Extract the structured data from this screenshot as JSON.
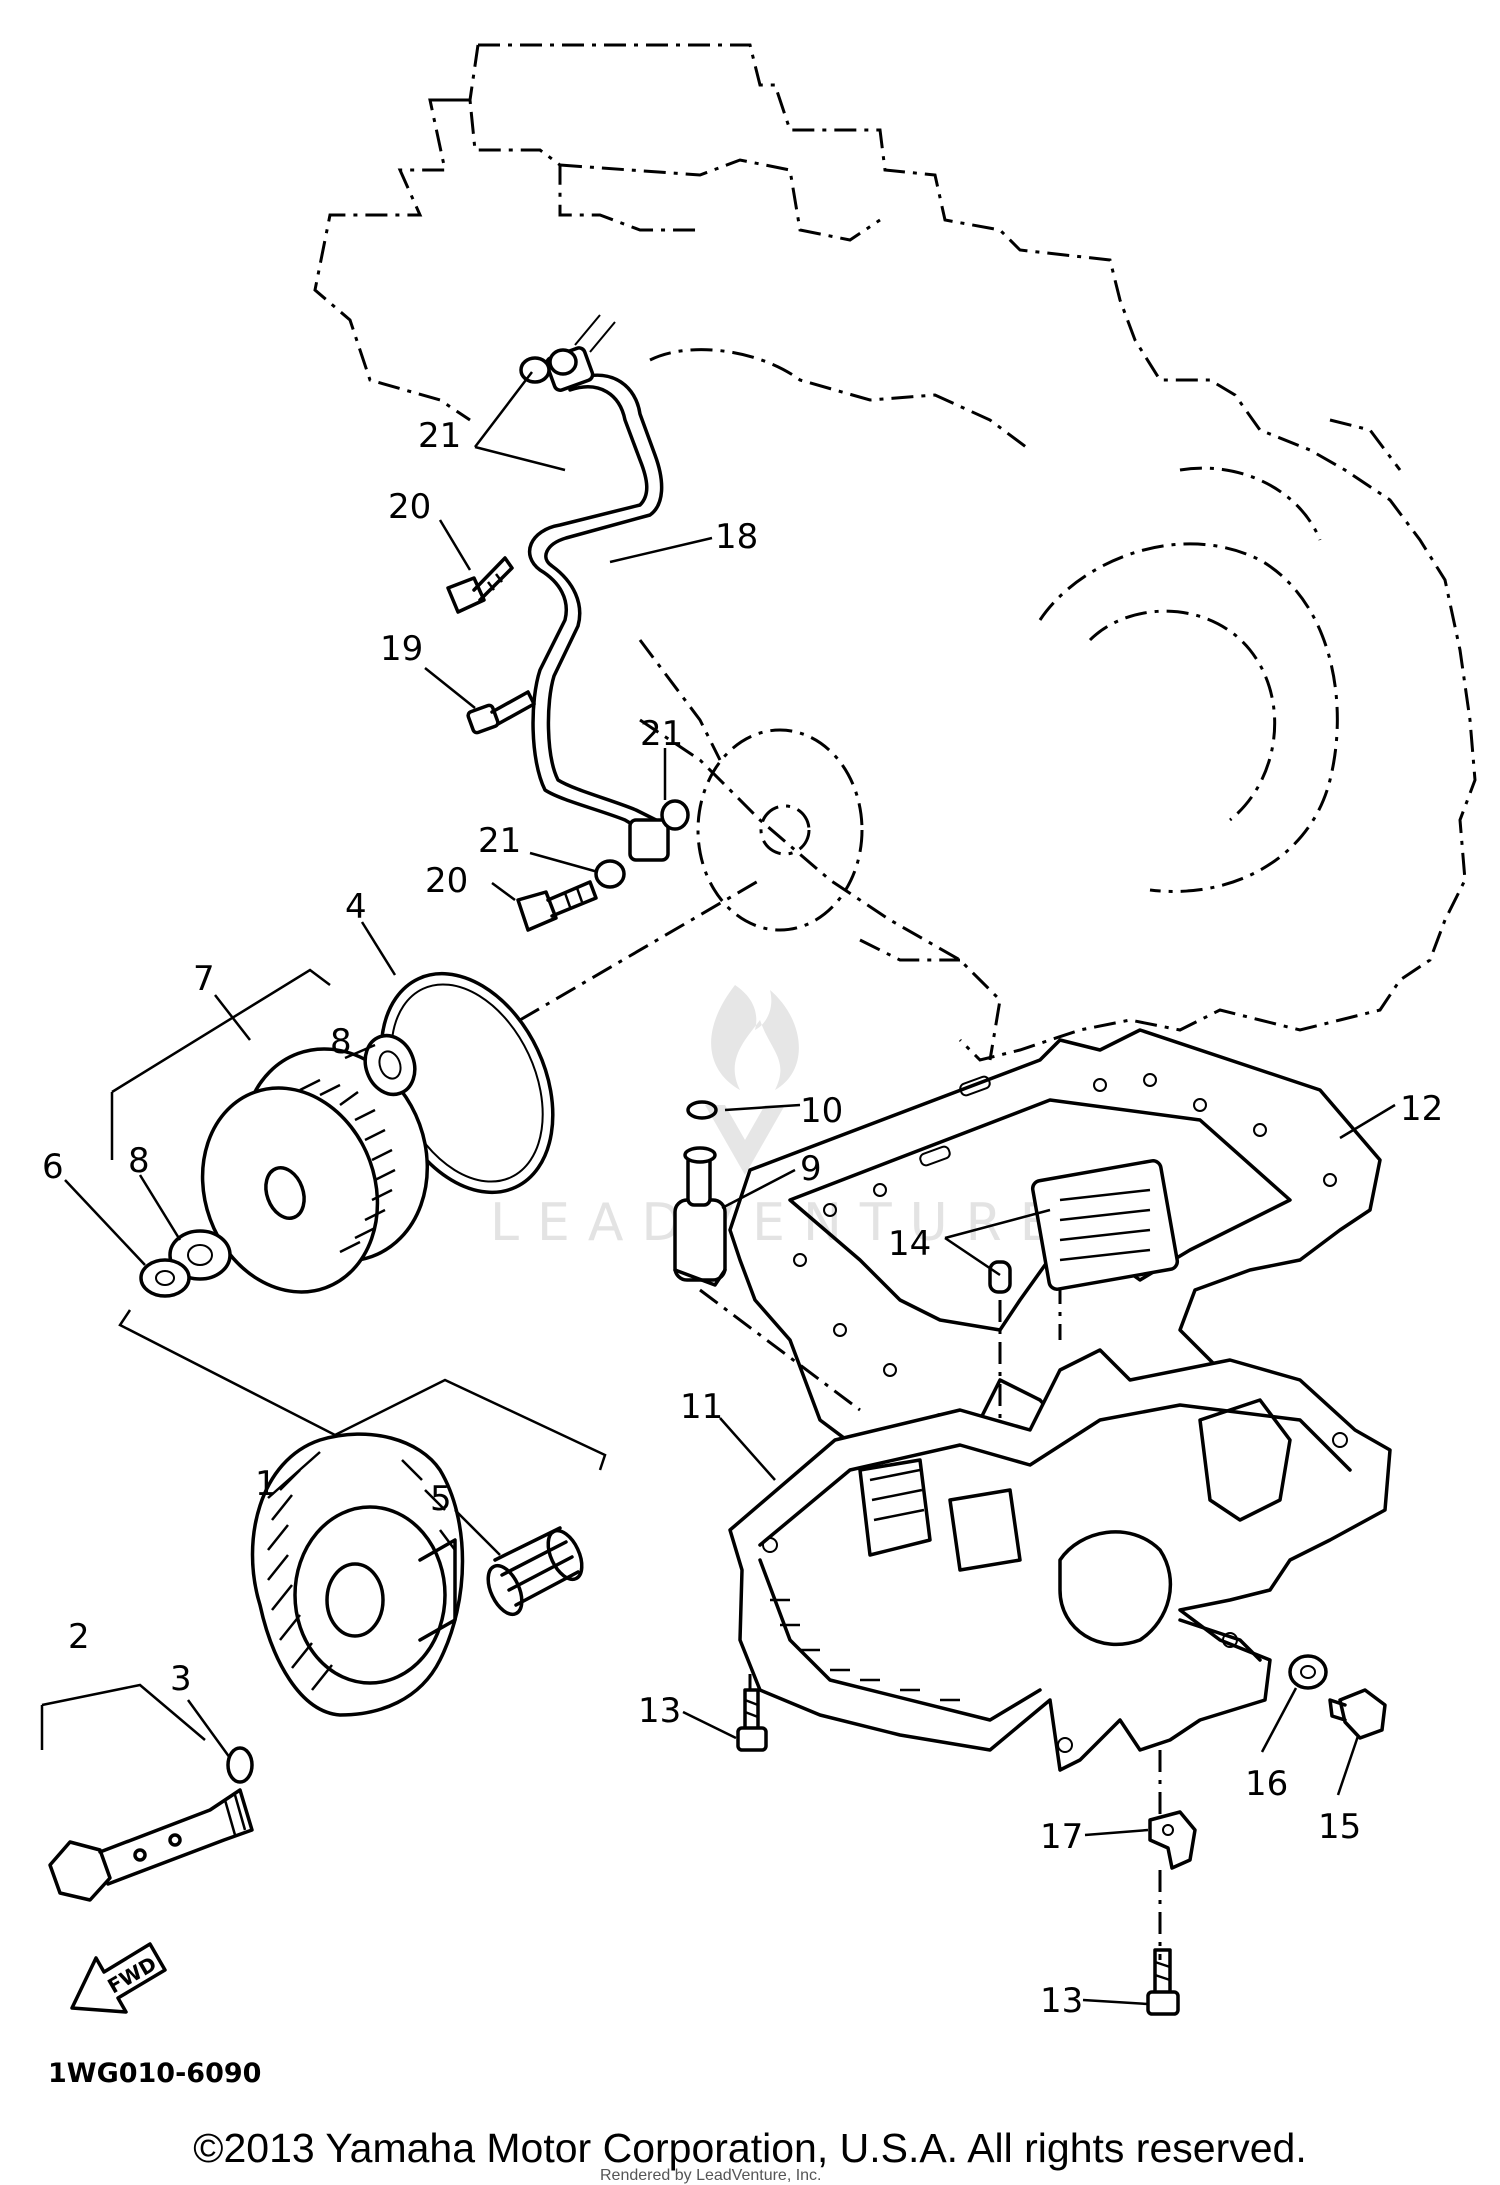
{
  "callouts": {
    "c1": "1",
    "c2": "2",
    "c3": "3",
    "c4": "4",
    "c5": "5",
    "c6": "6",
    "c7": "7",
    "c8a": "8",
    "c8b": "8",
    "c9": "9",
    "c10": "10",
    "c11": "11",
    "c12": "12",
    "c13a": "13",
    "c13b": "13",
    "c14": "14",
    "c15": "15",
    "c16": "16",
    "c17": "17",
    "c18": "18",
    "c19": "19",
    "c20a": "20",
    "c20b": "20",
    "c21a": "21",
    "c21b": "21",
    "c21c": "21"
  },
  "fwd_arrow_label": "FWD",
  "watermark_text": "LEADVENTURE",
  "diagram_code": "1WG010-6090",
  "copyright": "©2013 Yamaha Motor Corporation, U.S.A. All rights reserved.",
  "renderer_note": "Rendered by LeadVenture, Inc."
}
